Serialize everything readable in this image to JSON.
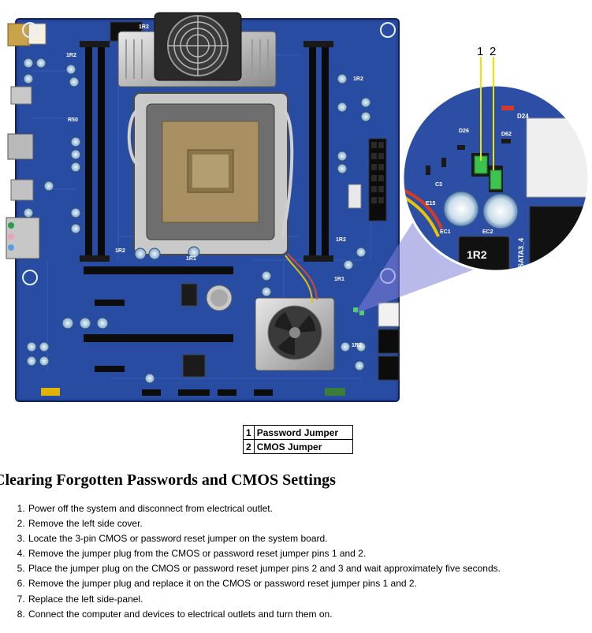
{
  "figure": {
    "callouts": [
      "1",
      "2"
    ],
    "board_silkscreen": [
      "1R2",
      "1R2",
      "R50",
      "1R1",
      "1R2",
      "1R2",
      "1R1",
      "1R2",
      "1R2"
    ],
    "zoom_silkscreen": [
      "1R2",
      "SATA3_4",
      "D24",
      "D26",
      "D62",
      "C3",
      "E15",
      "EC1",
      "EC2"
    ]
  },
  "legend": {
    "rows": [
      {
        "num": "1",
        "label": "Password Jumper"
      },
      {
        "num": "2",
        "label": "CMOS Jumper"
      }
    ]
  },
  "section": {
    "heading": "Clearing Forgotten Passwords and CMOS Settings",
    "steps": [
      "Power off the system and disconnect from electrical outlet.",
      "Remove the left side cover.",
      "Locate the 3-pin CMOS or password reset jumper on the system board.",
      "Remove the jumper plug from the CMOS or password reset jumper pins 1 and 2.",
      "Place the jumper plug on the CMOS or password reset jumper pins 2 and 3 and wait approximately five seconds.",
      "Remove the jumper plug and replace it on the CMOS or password reset jumper pins 1 and 2.",
      "Replace the left side-panel.",
      "Connect the computer and devices to electrical outlets and turn them on."
    ]
  }
}
